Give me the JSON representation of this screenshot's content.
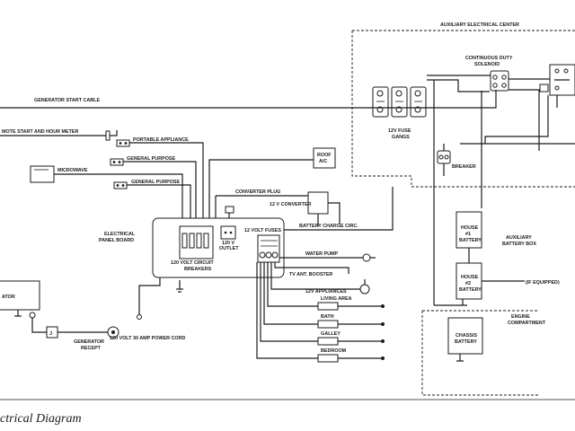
{
  "caption": "ctrical Diagram",
  "labels": {
    "aux_center": "AUXILIARY ELECTRICAL CENTER",
    "cont_duty_1": "CONTINUOUS DUTY",
    "cont_duty_2": "SOLENOID",
    "gen_start_cable": "GENERATOR START CABLE",
    "remote_start": "MOTE START AND HOUR METER",
    "portable_appliance": "PORTABLE APPLIANCE",
    "general_purpose_1": "GENERAL PURPOSE",
    "general_purpose_2": "GENERAL PURPOSE",
    "microwave": "MICROWAVE",
    "roof_ac_1": "ROOF",
    "roof_ac_2": "A/C",
    "fuse_gangs_1": "12V FUSE",
    "fuse_gangs_2": "GANGS",
    "breaker": "BREAKER",
    "converter_plug": "CONVERTER PLUG",
    "v12_converter": "12 V CONVERTER",
    "battery_charge": "BATTERY CHARGE CIRC.",
    "electrical_panel_1": "ELECTRICAL",
    "electrical_panel_2": "PANEL BOARD",
    "circuit_breakers_1": "120 VOLT CIRCUIT",
    "circuit_breakers_2": "BREAKERS",
    "outlet_1": "120 V",
    "outlet_2": "OUTLET",
    "volt_fuses": "12 VOLT FUSES",
    "water_pump": "WATER PUMP",
    "tv_booster": "TV ANT. BOOSTER",
    "v12_appliances": "12V APPLIANCES",
    "living_area": "LIVING AREA",
    "bath": "BATH",
    "galley": "GALLEY",
    "bedroom": "BEDROOM",
    "aux_battery_box_1": "AUXILIARY",
    "aux_battery_box_2": "BATTERY BOX",
    "house1_1": "HOUSE",
    "house1_2": "#1",
    "house1_3": "BATTERY",
    "house2_1": "HOUSE",
    "house2_2": "#2",
    "house2_3": "BATTERY",
    "if_equipped": "(IF EQUIPPED)",
    "engine_comp_1": "ENGINE",
    "engine_comp_2": "COMPARTMENT",
    "chassis_1": "CHASSIS",
    "chassis_2": "BATTERY",
    "generator": "ATOR",
    "j_label": "J",
    "gen_recept_1": "GENERATOR",
    "gen_recept_2": "RECEPT",
    "power_cord": "120 VOLT 30 AMP POWER CORD"
  }
}
